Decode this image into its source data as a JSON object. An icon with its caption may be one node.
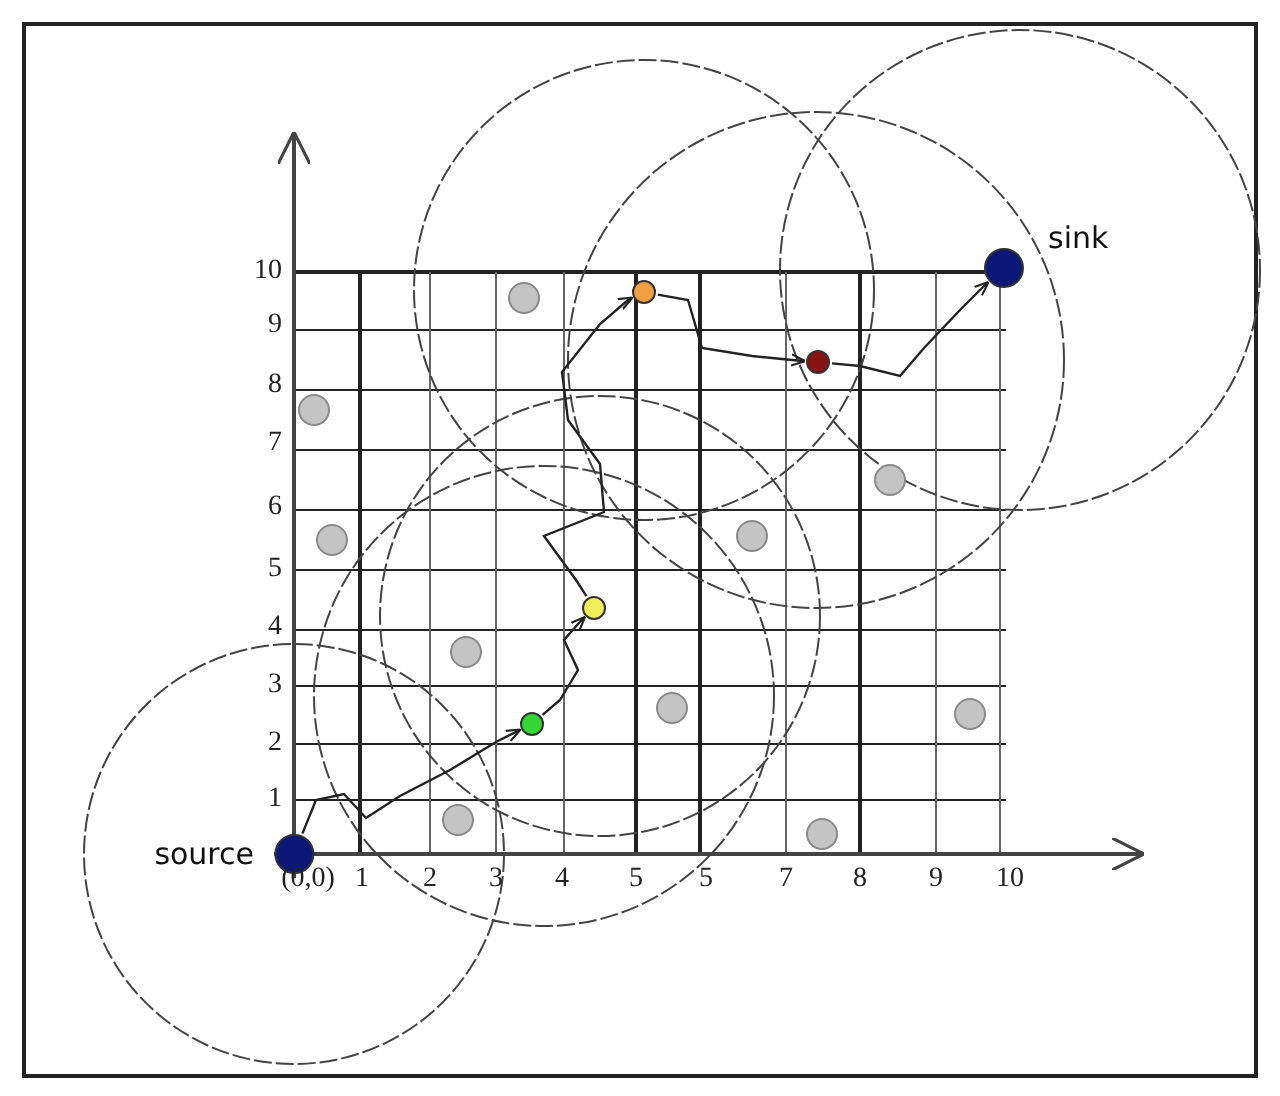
{
  "diagram": {
    "nodes": [
      {
        "text": [
          "source"
        ]
      },
      {
        "text": [],
        "shape": "circle"
      },
      {
        "text": [],
        "shape": "circle"
      },
      {
        "text": [],
        "shape": "circle"
      },
      {
        "text": [],
        "shape": "circle"
      },
      {
        "text": [
          "sink"
        ]
      },
      {
        "text": [],
        "shape": "circle"
      },
      {
        "text": [],
        "shape": "circle"
      },
      {
        "text": [],
        "shape": "circle"
      },
      {
        "text": [],
        "shape": "circle"
      },
      {
        "text": [],
        "shape": "circle"
      },
      {
        "text": [],
        "shape": "circle"
      },
      {
        "text": [],
        "shape": "circle"
      },
      {
        "text": [],
        "shape": "circle"
      },
      {
        "text": [],
        "shape": "circle"
      },
      {
        "text": [],
        "shape": "circle"
      }
    ],
    "edges": [
      {
        "from": 0,
        "to": 1,
        "arrow": "to"
      },
      {
        "from": 1,
        "to": 2,
        "arrow": "to"
      },
      {
        "from": 2,
        "to": 3,
        "arrow": "to"
      },
      {
        "from": 3,
        "to": 4,
        "arrow": "to"
      },
      {
        "from": 4,
        "to": 5,
        "arrow": "to"
      }
    ],
    "labels": [
      "10",
      "9",
      "8",
      "7",
      "6",
      "5",
      "4",
      "3",
      "2",
      "1",
      "(0,0)",
      "1",
      "2",
      "3",
      "4",
      "5",
      "5",
      "7",
      "8",
      "9",
      "10"
    ]
  }
}
